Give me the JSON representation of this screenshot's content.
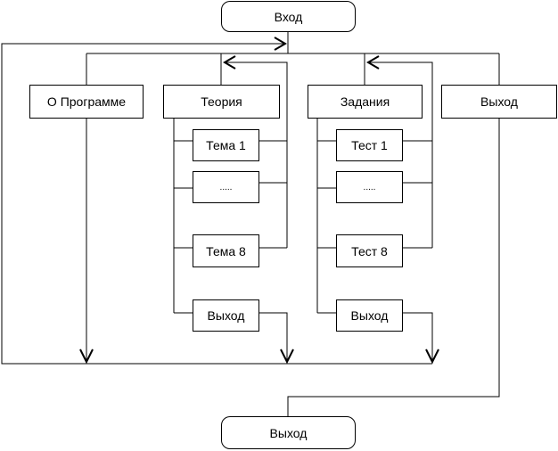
{
  "start": {
    "label": "Вход"
  },
  "end": {
    "label": "Выход"
  },
  "menu": {
    "about": "О Программе",
    "theory": "Теория",
    "tasks": "Задания",
    "exit": "Выход"
  },
  "theory_items": [
    "Тема 1",
    ".....",
    "Тема 8",
    "Выход"
  ],
  "task_items": [
    "Тест 1",
    ".....",
    "Тест 8",
    "Выход"
  ]
}
